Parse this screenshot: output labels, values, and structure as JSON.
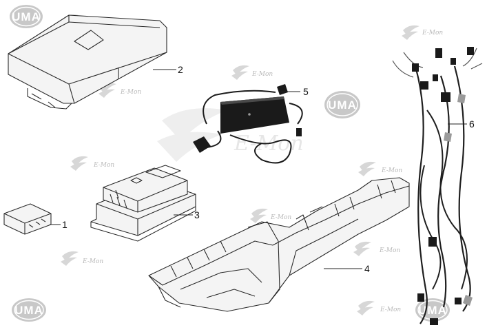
{
  "brand_logo_text": "UMA",
  "watermark_text": "E-Mon",
  "parts": [
    {
      "number": "1",
      "icon": "electronic-module-icon"
    },
    {
      "number": "2",
      "icon": "battery-cover-icon"
    },
    {
      "number": "3",
      "icon": "controller-icon"
    },
    {
      "number": "4",
      "icon": "battery-tray-icon"
    },
    {
      "number": "5",
      "icon": "charger-icon"
    },
    {
      "number": "6",
      "icon": "wiring-harness-icon"
    }
  ],
  "colors": {
    "line": "#2a2a2a",
    "logo_fill": "#c8c8c8",
    "watermark": "#b9b9b9",
    "charger_body": "#1a1a1a"
  }
}
